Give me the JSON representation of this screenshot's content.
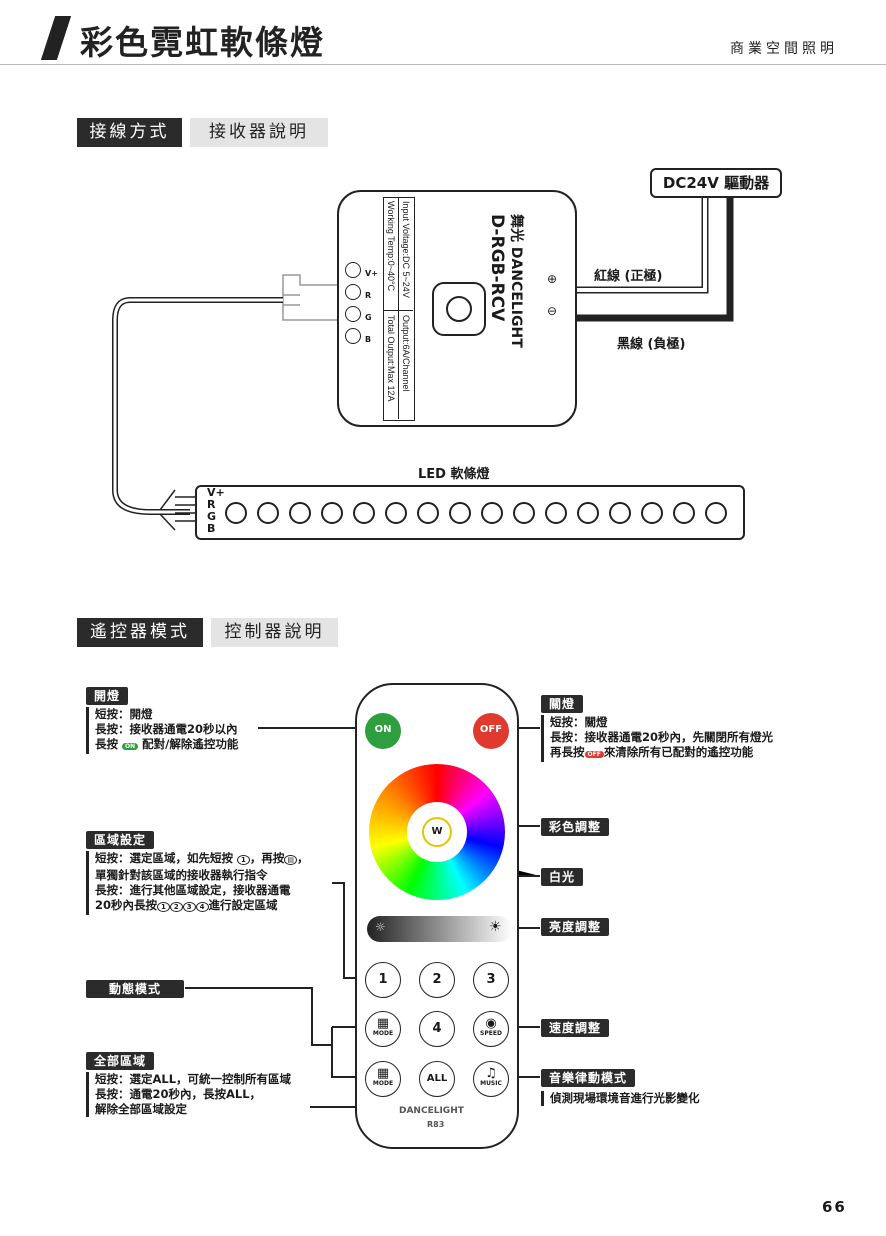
{
  "header": {
    "title": "彩色霓虹軟條燈",
    "category": "商業空間照明"
  },
  "section1": {
    "tab_active": "接線方式",
    "tab_inactive": "接收器說明"
  },
  "receiver": {
    "brand": "舞光 DANCELIGHT",
    "model": "D-RGB-RCV",
    "spec1": "Input Voltage:DC 5~24V",
    "spec2": "Output:6A/Channel",
    "spec3": "Working Temp:0~40°C",
    "spec4": "Total Output:Max 12A",
    "pins": [
      "V+",
      "R",
      "G",
      "B"
    ],
    "plus": "⊕",
    "minus": "⊖"
  },
  "driver": "DC24V 驅動器",
  "red_wire": "紅線 (正極)",
  "black_wire": "黑線 (負極)",
  "strip": {
    "label": "LED 軟條燈",
    "pins": [
      "V+",
      "R",
      "G",
      "B"
    ],
    "led_count": 16
  },
  "section2": {
    "tab_active": "遙控器模式",
    "tab_inactive": "控制器說明"
  },
  "left": {
    "on": {
      "label": "開燈",
      "lines": [
        "短按：開燈",
        "長按：接收器通電20秒以內"
      ],
      "pair_pre": "長按",
      "pair_icon": "ON",
      "pair_post": "配對/解除遙控功能"
    },
    "zone": {
      "label": "區域設定",
      "l1a": "短按：選定區域，如先短按",
      "l1b": "1",
      "l1c": "，再按",
      "l1d": "▤",
      "l1e": "，",
      "l2": "單獨針對該區域的接收器執行指令",
      "l3": "長按：進行其他區域設定，接收器通電",
      "l4a": "20秒內長按",
      "l4nums": [
        "1",
        "2",
        "3",
        "4"
      ],
      "l4b": "進行設定區域"
    },
    "dynamic": {
      "label": "動態模式"
    },
    "all": {
      "label": "全部區域",
      "lines": [
        "短按：選定ALL，可統一控制所有區域",
        "長按：通電20秒內，長按ALL，",
        "解除全部區域設定"
      ]
    }
  },
  "right": {
    "off": {
      "label": "關燈",
      "lines": [
        "短按：關燈",
        "長按：接收器通電20秒內，先關閉所有燈光"
      ],
      "clr_pre": "再長按",
      "clr_icon": "OFF",
      "clr_post": "來清除所有已配對的遙控功能"
    },
    "color": "彩色調整",
    "white": "白光",
    "bright": "亮度調整",
    "speed": "速度調整",
    "music": {
      "label": "音樂律動模式",
      "desc": "偵測現場環境音進行光影變化"
    }
  },
  "remote": {
    "on": "ON",
    "off": "OFF",
    "w": "W",
    "nums": [
      "1",
      "2",
      "3",
      "4"
    ],
    "mode": "MODE",
    "speed": "SPEED",
    "all": "ALL",
    "music": "MUSIC",
    "brand": "DANCELIGHT",
    "model": "R83",
    "colors": {
      "on": "#2e9e3e",
      "off": "#e03a2f"
    }
  },
  "page_number": "66"
}
